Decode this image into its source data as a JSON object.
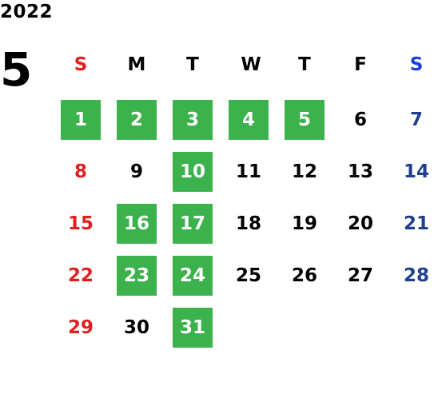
{
  "calendar": {
    "year": "2022",
    "month": "5",
    "weekdays": [
      "S",
      "M",
      "T",
      "W",
      "T",
      "F",
      "S"
    ],
    "weeks": [
      [
        "1",
        "2",
        "3",
        "4",
        "5",
        "6",
        "7"
      ],
      [
        "8",
        "9",
        "10",
        "11",
        "12",
        "13",
        "14"
      ],
      [
        "15",
        "16",
        "17",
        "18",
        "19",
        "20",
        "21"
      ],
      [
        "22",
        "23",
        "24",
        "25",
        "26",
        "27",
        "28"
      ],
      [
        "29",
        "30",
        "31",
        "",
        "",
        "",
        ""
      ]
    ],
    "highlighted_days": [
      "1",
      "2",
      "3",
      "4",
      "5",
      "10",
      "16",
      "17",
      "23",
      "24",
      "31"
    ]
  },
  "colors": {
    "sunday": "#e02020",
    "saturday_header": "#1a3fd4",
    "saturday": "#1f3f8f",
    "weekday": "#000000",
    "highlight_bg": "#3bb24b",
    "highlight_text": "#ffffff"
  }
}
